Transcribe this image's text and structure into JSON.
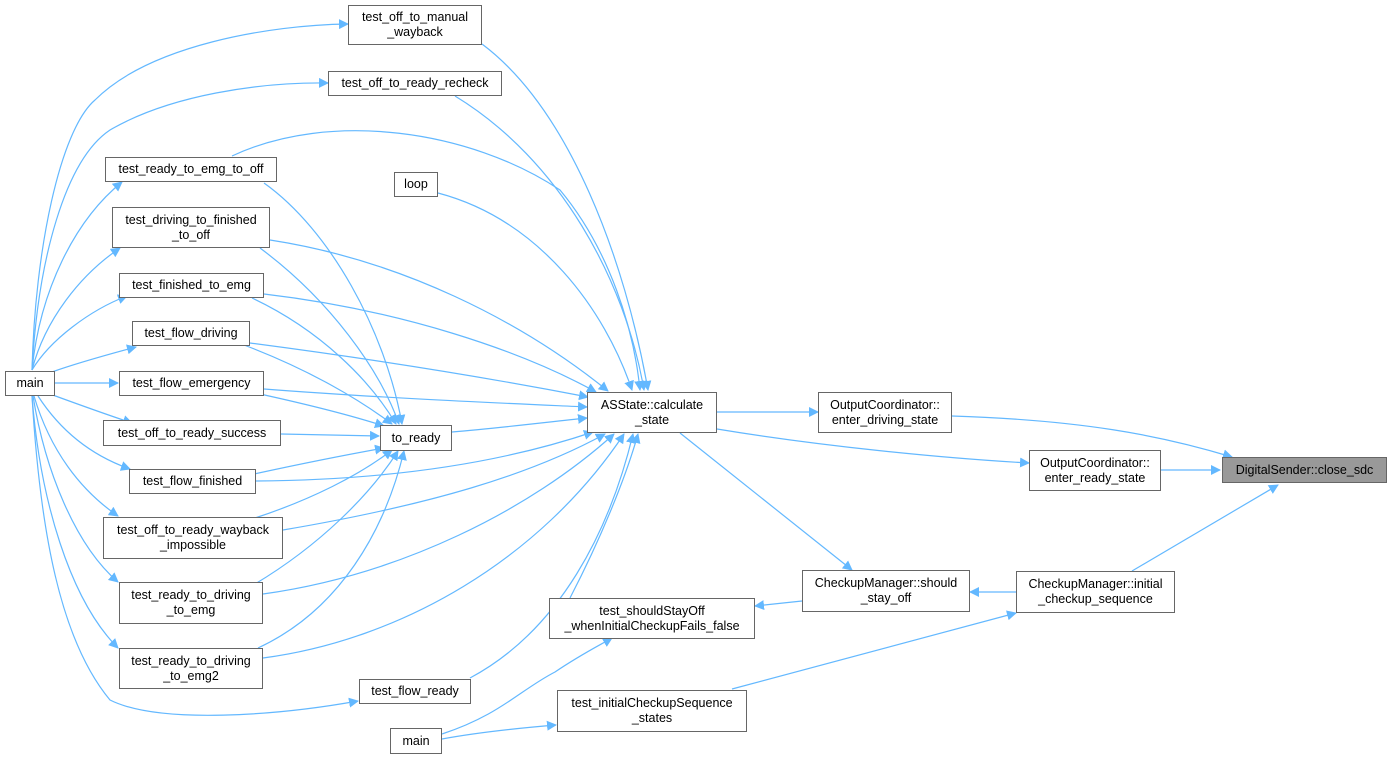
{
  "colors": {
    "edge": "#63b8ff",
    "node_border": "#666666",
    "root_fill": "#999999"
  },
  "nodes": {
    "n_off_manual": {
      "lines": [
        "test_off_to_manual",
        "_wayback"
      ]
    },
    "n_off_recheck": {
      "lines": [
        "test_off_to_ready_recheck"
      ]
    },
    "n_ready_emg_off": {
      "lines": [
        "test_ready_to_emg_to_off"
      ]
    },
    "n_loop": {
      "lines": [
        "loop"
      ]
    },
    "n_driving_fin_off": {
      "lines": [
        "test_driving_to_finished",
        "_to_off"
      ]
    },
    "n_finished_emg": {
      "lines": [
        "test_finished_to_emg"
      ]
    },
    "n_flow_driving": {
      "lines": [
        "test_flow_driving"
      ]
    },
    "n_main1": {
      "lines": [
        "main"
      ]
    },
    "n_flow_emergency": {
      "lines": [
        "test_flow_emergency"
      ]
    },
    "n_off_ready_succ": {
      "lines": [
        "test_off_to_ready_success"
      ]
    },
    "n_to_ready": {
      "lines": [
        "to_ready"
      ]
    },
    "n_calc_state": {
      "lines": [
        "ASState::calculate",
        "_state"
      ]
    },
    "n_enter_driving": {
      "lines": [
        "OutputCoordinator::",
        "enter_driving_state"
      ]
    },
    "n_flow_finished": {
      "lines": [
        "test_flow_finished"
      ]
    },
    "n_enter_ready": {
      "lines": [
        "OutputCoordinator::",
        "enter_ready_state"
      ]
    },
    "n_close_sdc": {
      "lines": [
        "DigitalSender::close_sdc"
      ]
    },
    "n_wayback_imp": {
      "lines": [
        "test_off_to_ready_wayback",
        "_impossible"
      ]
    },
    "n_should_stay": {
      "lines": [
        "CheckupManager::should",
        "_stay_off"
      ]
    },
    "n_initial_seq": {
      "lines": [
        "CheckupManager::initial",
        "_checkup_sequence"
      ]
    },
    "n_ready_drv_emg": {
      "lines": [
        "test_ready_to_driving",
        "_to_emg"
      ]
    },
    "n_should_test": {
      "lines": [
        "test_shouldStayOff",
        "_whenInitialCheckupFails_false"
      ]
    },
    "n_ready_drv_emg2": {
      "lines": [
        "test_ready_to_driving",
        "_to_emg2"
      ]
    },
    "n_flow_ready": {
      "lines": [
        "test_flow_ready"
      ]
    },
    "n_initial_test": {
      "lines": [
        "test_initialCheckupSequence",
        "_states"
      ]
    },
    "n_main2": {
      "lines": [
        "main"
      ]
    }
  }
}
